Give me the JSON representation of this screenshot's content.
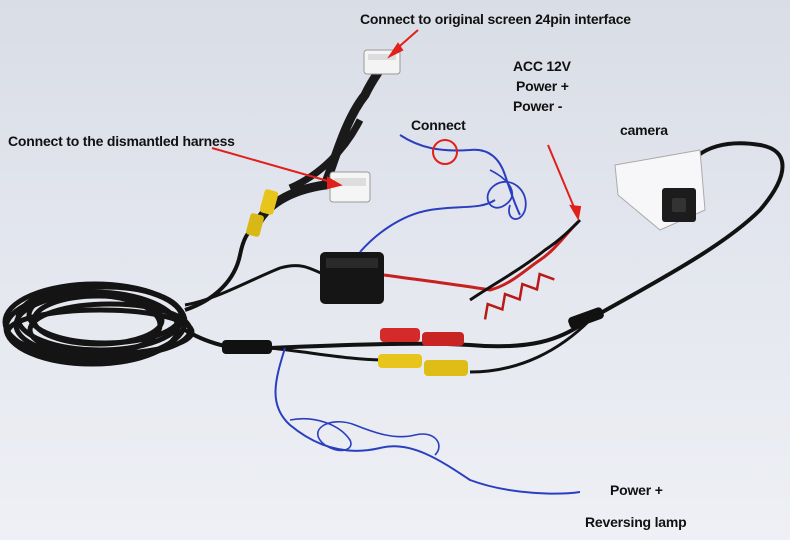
{
  "image": {
    "subject": "Reversing camera wiring harness kit laid out on a light surface",
    "colors": {
      "background": "#e3e6ee",
      "cable": "#111111",
      "blue_wire": "#2a3fbf",
      "red_wire": "#c8201e",
      "rca_yellow": "#e8c51a",
      "rca_red": "#d42a2a",
      "arrow": "#e0201b"
    }
  },
  "labels": {
    "original_screen": "Connect to original screen 24pin interface",
    "dismantled_harness": "Connect to the dismantled harness",
    "connect": "Connect",
    "acc": "ACC 12V",
    "power_plus_top": "Power +",
    "power_minus": "Power -",
    "camera": "camera",
    "power_plus_bottom": "Power +",
    "reversing_lamp": "Reversing lamp"
  }
}
